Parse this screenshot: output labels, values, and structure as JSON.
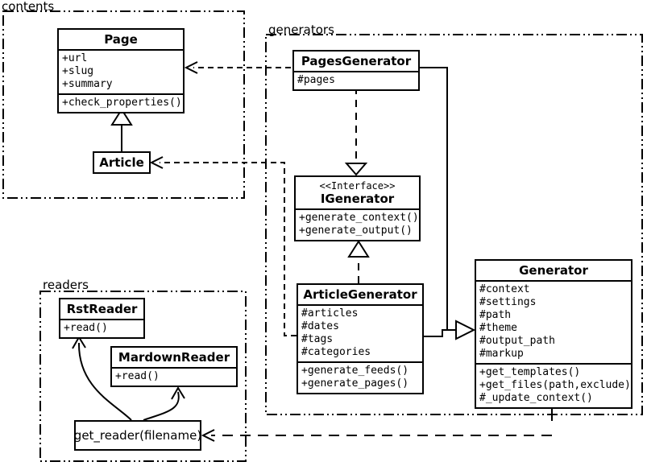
{
  "diagram": {
    "kind": "uml-class-diagram"
  },
  "colors": {
    "line": "#000000",
    "background": "#ffffff",
    "box_fill": "#ffffff"
  },
  "packages": {
    "contents": {
      "label": "contents"
    },
    "generators": {
      "label": "generators"
    },
    "readers": {
      "label": "readers"
    }
  },
  "classes": {
    "page": {
      "name": "Page",
      "attributes": [
        "+url",
        "+slug",
        "+summary"
      ],
      "methods": [
        "+check_properties()"
      ]
    },
    "article": {
      "name": "Article"
    },
    "pages_generator": {
      "name": "PagesGenerator",
      "attributes": [
        "#pages"
      ]
    },
    "igenerator": {
      "stereotype": "<<Interface>>",
      "name": "IGenerator",
      "methods": [
        "+generate_context()",
        "+generate_output()"
      ]
    },
    "article_generator": {
      "name": "ArticleGenerator",
      "attributes": [
        "#articles",
        "#dates",
        "#tags",
        "#categories"
      ],
      "methods": [
        "+generate_feeds()",
        "+generate_pages()"
      ]
    },
    "generator": {
      "name": "Generator",
      "attributes": [
        "#context",
        "#settings",
        "#path",
        "#theme",
        "#output_path",
        "#markup"
      ],
      "methods": [
        "+get_templates()",
        "+get_files(path,exclude)",
        "#_update_context()"
      ]
    },
    "rst_reader": {
      "name": "RstReader",
      "methods": [
        "+read()"
      ]
    },
    "mardown_reader": {
      "name": "MardownReader",
      "methods": [
        "+read()"
      ]
    },
    "get_reader": {
      "label": "get_reader(filename)"
    }
  },
  "relationships": [
    {
      "from": "Article",
      "to": "Page",
      "type": "generalization"
    },
    {
      "from": "PagesGenerator",
      "to": "Page",
      "type": "dependency"
    },
    {
      "from": "ArticleGenerator",
      "to": "Article",
      "type": "dependency"
    },
    {
      "from": "PagesGenerator",
      "to": "IGenerator",
      "type": "realization"
    },
    {
      "from": "ArticleGenerator",
      "to": "IGenerator",
      "type": "realization"
    },
    {
      "from": "PagesGenerator",
      "to": "Generator",
      "type": "generalization"
    },
    {
      "from": "ArticleGenerator",
      "to": "Generator",
      "type": "generalization"
    },
    {
      "from": "Generator",
      "to": "get_reader(filename)",
      "type": "dependency"
    },
    {
      "from": "get_reader(filename)",
      "to": "RstReader",
      "type": "arrow"
    },
    {
      "from": "get_reader(filename)",
      "to": "MardownReader",
      "type": "arrow"
    }
  ]
}
